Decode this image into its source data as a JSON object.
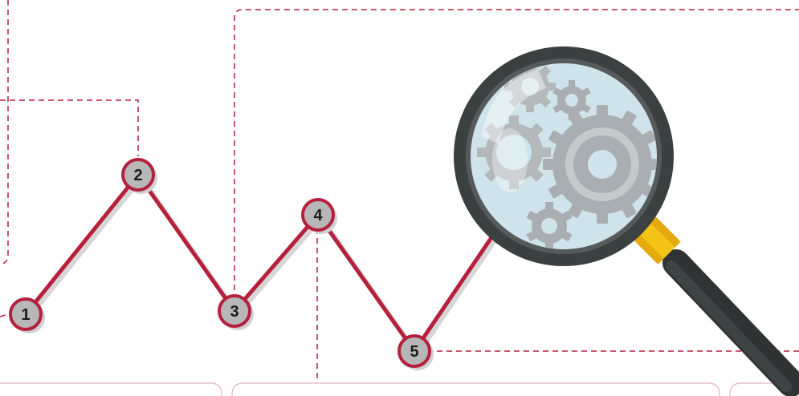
{
  "steps": [
    {
      "label": "1"
    },
    {
      "label": "2"
    },
    {
      "label": "3"
    },
    {
      "label": "4"
    },
    {
      "label": "5"
    }
  ],
  "colors": {
    "line": "#b5203c",
    "dash": "#b5203c",
    "node_fill": "#b7b7b7",
    "node_stroke": "#b5203c",
    "lens_rim": "#3b4040",
    "lens_glass": "#cfe4ea",
    "gear": "#a8aeb1",
    "collar": "#f3c316",
    "handle": "#2f3333"
  },
  "icons": {
    "magnifier": "magnifying-glass-icon",
    "gears": "gears-icon"
  }
}
